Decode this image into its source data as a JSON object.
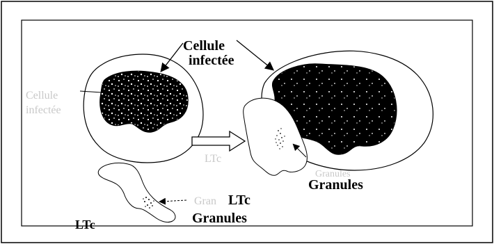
{
  "labels": {
    "cell_infected_top_line1": "Cellule",
    "cell_infected_top_line2": "infectée",
    "cell_infected_left_line1": "Cellule",
    "cell_infected_left_line2": "infectée",
    "ltc_faint_right": "LTc",
    "granules_faint_right": "Granules",
    "granules_right": "Granules",
    "ltc_center": "LTc",
    "granules_center": "Granules",
    "granules_faint_left": "Gran",
    "ltc_left": "LTc"
  },
  "colors": {
    "ink": "#000000",
    "faint_text": "#c8c8c8",
    "background": "#ffffff"
  }
}
